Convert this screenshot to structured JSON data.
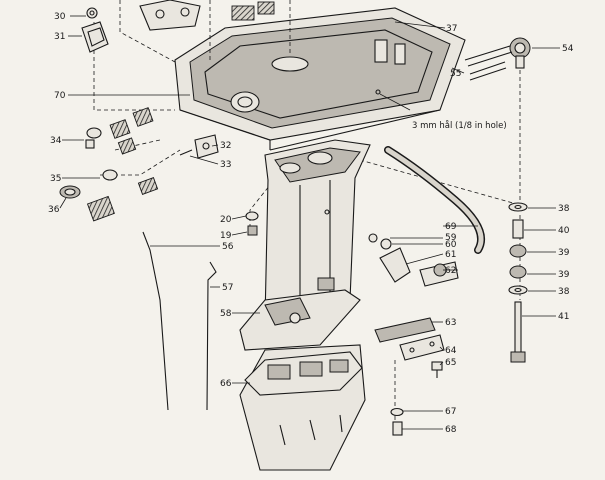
{
  "callouts": {
    "c30": "30",
    "c31": "31",
    "c70": "70",
    "c34": "34",
    "c35": "35",
    "c36": "36",
    "c37": "37",
    "c54": "54",
    "c55": "55",
    "c32": "32",
    "c33": "33",
    "c20": "20",
    "c19": "19",
    "c56": "56",
    "c57": "57",
    "c58": "58",
    "c66": "66",
    "c38a": "38",
    "c40": "40",
    "c39a": "39",
    "c39b": "39",
    "c38b": "38",
    "c41": "41",
    "c69": "69",
    "c59": "59",
    "c60": "60",
    "c61": "61",
    "c62": "62",
    "c63": "63",
    "c64": "64",
    "c65": "65",
    "c67": "67",
    "c68": "68"
  },
  "note": "3 mm hål  (1/8 in hole)"
}
